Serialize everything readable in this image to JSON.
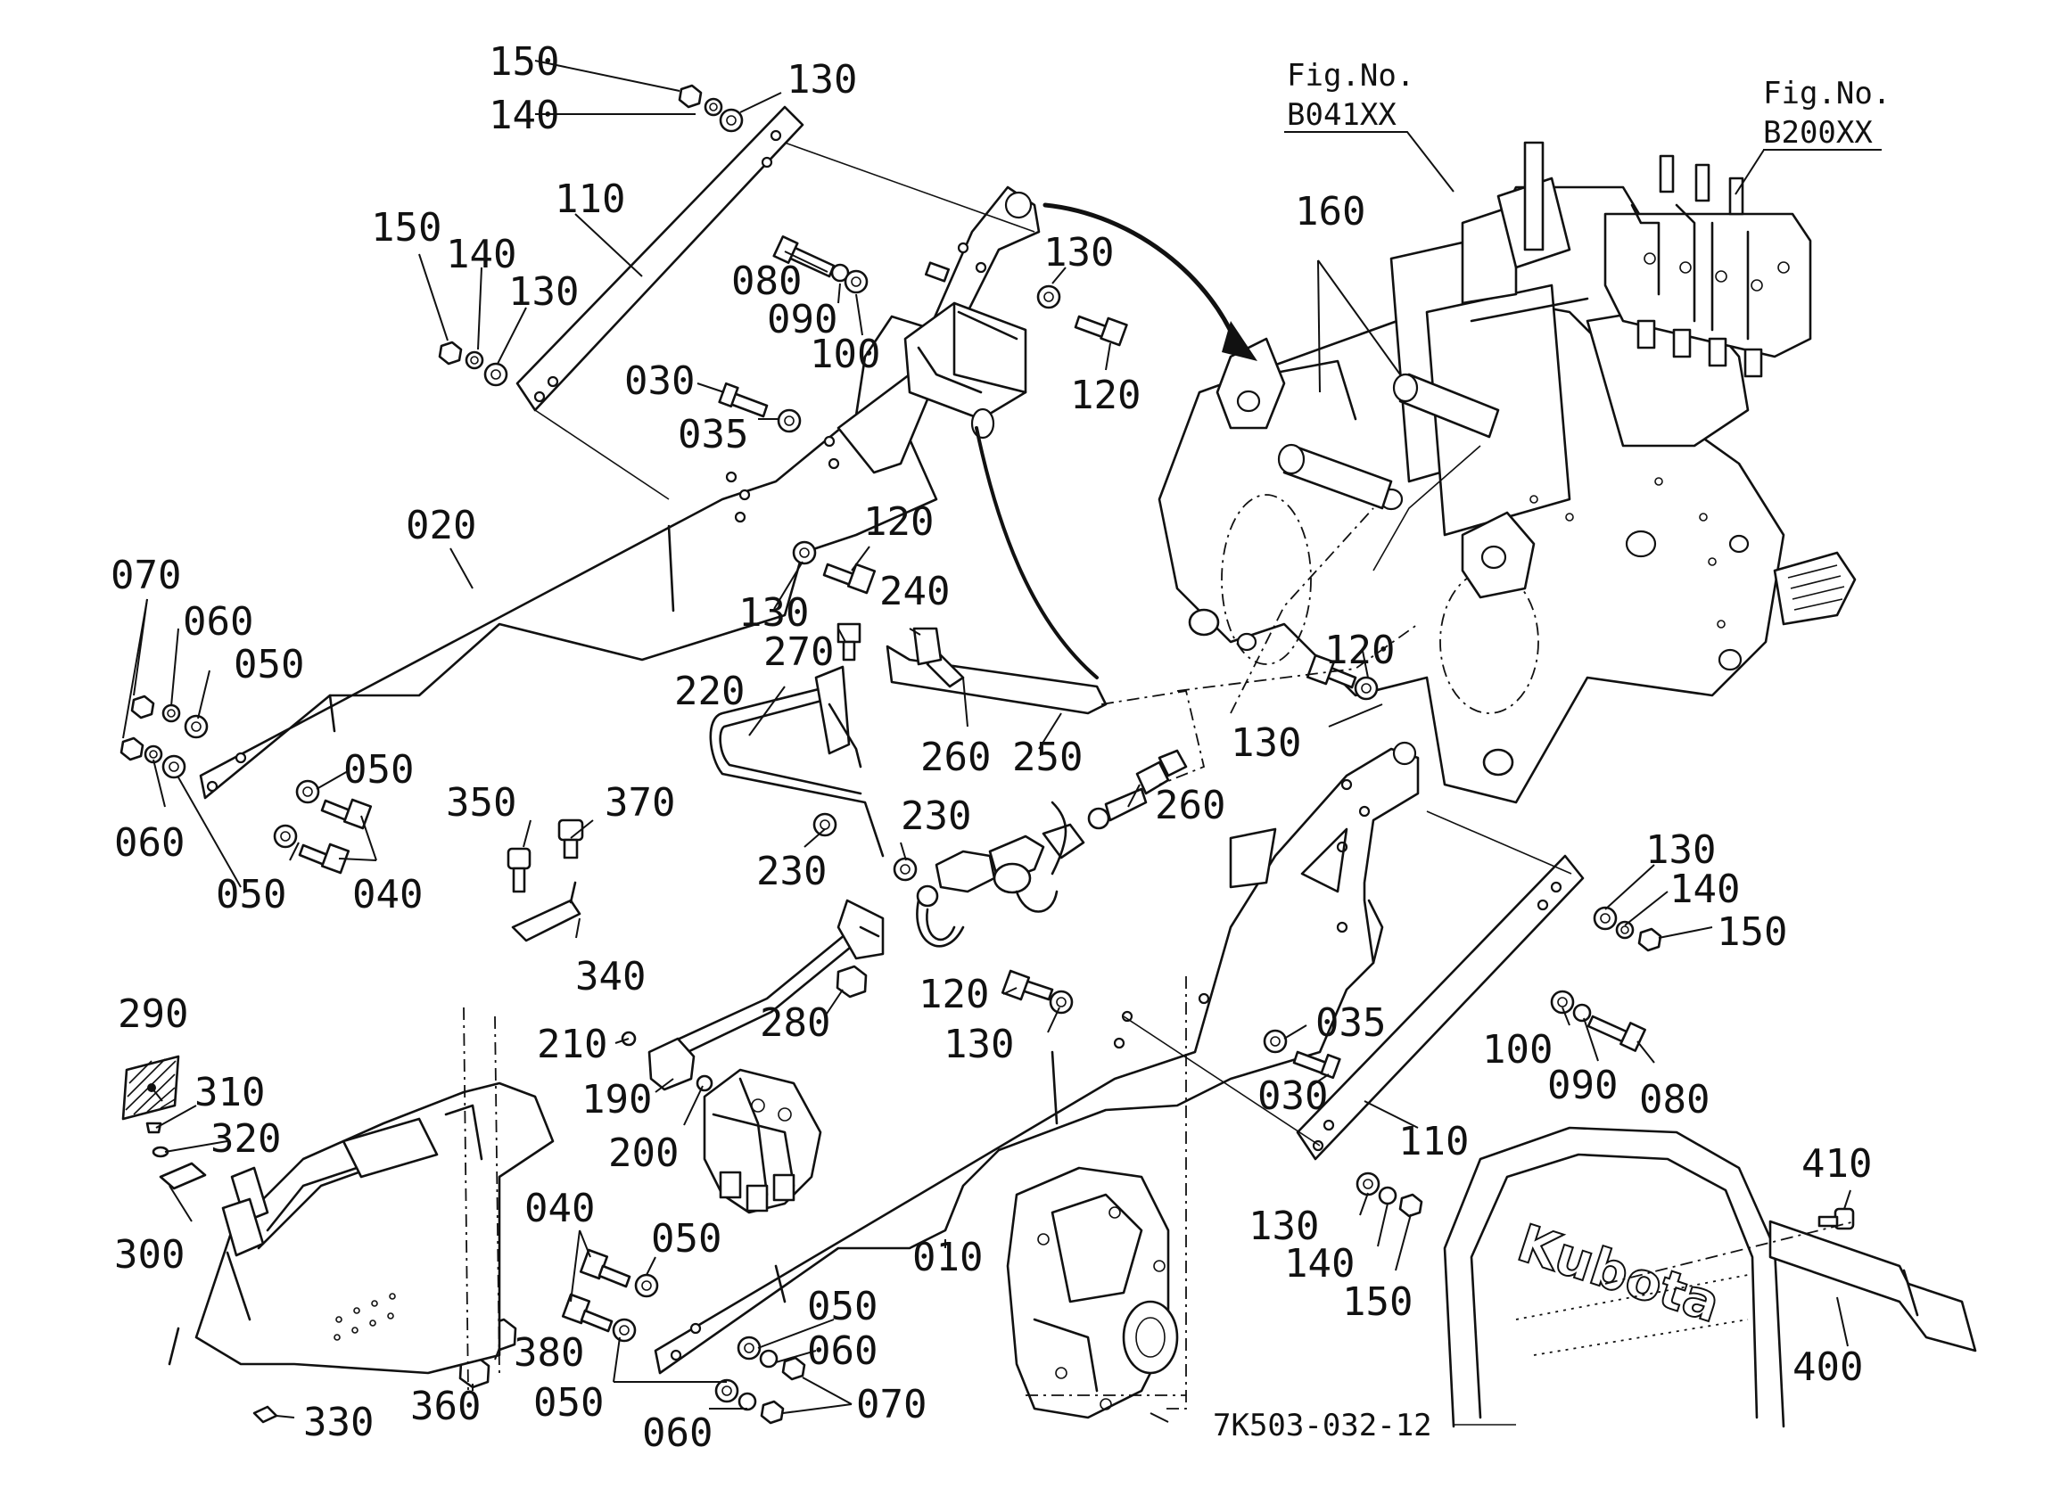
{
  "figure_refs": [
    {
      "label": "Fig.No.",
      "code": "B041XX"
    },
    {
      "label": "Fig.No.",
      "code": "B200XX"
    }
  ],
  "drawing_code": "7K503-032-12",
  "logo_text": "Kubota",
  "callouts": {
    "c_150_top": "150",
    "c_140_top": "140",
    "c_130_top": "130",
    "c_110_top": "110",
    "c_150_left": "150",
    "c_140_left": "140",
    "c_130_left": "130",
    "c_080_top": "080",
    "c_090_top": "090",
    "c_100_top": "100",
    "c_130_arm": "130",
    "c_120_arm": "120",
    "c_030_top": "030",
    "c_035_top": "035",
    "c_020": "020",
    "c_120_mid": "120",
    "c_130_mid": "130",
    "c_070_l": "070",
    "c_060_l1": "060",
    "c_050_l1": "050",
    "c_050_l2": "050",
    "c_060_l2": "060",
    "c_050_l3": "050",
    "c_040_l": "040",
    "c_270": "270",
    "c_240": "240",
    "c_220": "220",
    "c_260_a": "260",
    "c_250": "250",
    "c_260_b": "260",
    "c_230_a": "230",
    "c_230_b": "230",
    "c_350": "350",
    "c_370": "370",
    "c_340": "340",
    "c_160": "160",
    "c_120_r": "120",
    "c_130_r": "130",
    "c_290": "290",
    "c_310": "310",
    "c_320": "320",
    "c_300": "300",
    "c_210": "210",
    "c_190": "190",
    "c_200": "200",
    "c_280": "280",
    "c_120_low": "120",
    "c_130_low": "130",
    "c_035_low": "035",
    "c_030_low": "030",
    "c_130_rr": "130",
    "c_140_rr": "140",
    "c_150_rr": "150",
    "c_100_rr": "100",
    "c_090_rr": "090",
    "c_080_rr": "080",
    "c_110_low": "110",
    "c_010": "010",
    "c_130_bot": "130",
    "c_140_bot": "140",
    "c_150_bot": "150",
    "c_040_b": "040",
    "c_050_b1": "050",
    "c_050_b2": "050",
    "c_060_b1": "060",
    "c_070_b": "070",
    "c_050_b3": "050",
    "c_060_b2": "060",
    "c_360": "360",
    "c_380": "380",
    "c_330": "330",
    "c_410": "410",
    "c_400": "400"
  }
}
